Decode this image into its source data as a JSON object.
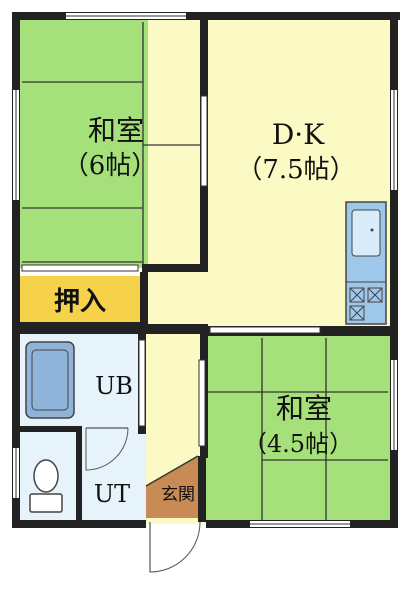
{
  "rooms": {
    "washitsu_6": {
      "name": "和室",
      "size": "（6帖）",
      "color": "#a6e07a"
    },
    "dk": {
      "name": "D·K",
      "size": "（7.5帖）",
      "color": "#fbfac4"
    },
    "oshiire": {
      "name": "押入",
      "color": "#f5d24a"
    },
    "ub": {
      "name": "UB",
      "color": "#e6f3fb"
    },
    "ut": {
      "name": "UT",
      "color": "#e6f3fb"
    },
    "genkan": {
      "name": "玄関",
      "color": "#c98b55"
    },
    "washitsu_45": {
      "name": "和室",
      "size": "（4.5帖）",
      "color": "#a6e07a"
    }
  },
  "colors": {
    "wall": "#222222",
    "bathtub": "#8fb3d9",
    "kitchen": "#9fc7ea"
  }
}
